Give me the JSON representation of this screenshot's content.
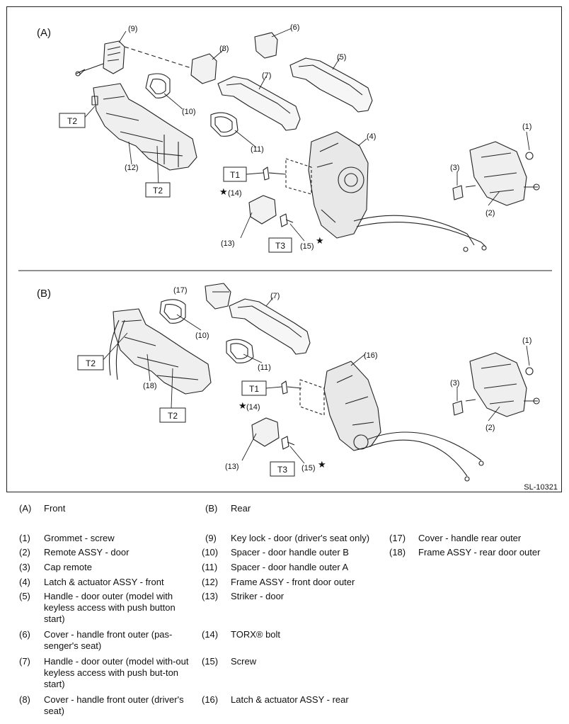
{
  "section_a_label": "(A)",
  "section_b_label": "(B)",
  "figure_code": "SL-10321",
  "torque_labels": {
    "t1": "T1",
    "t2": "T2",
    "t3": "T3"
  },
  "callouts": {
    "c1": "(1)",
    "c2": "(2)",
    "c3": "(3)",
    "c4": "(4)",
    "c5": "(5)",
    "c6": "(6)",
    "c7": "(7)",
    "c8": "(8)",
    "c9": "(9)",
    "c10": "(10)",
    "c11": "(11)",
    "c12": "(12)",
    "c13": "(13)",
    "c14": "(14)",
    "c15": "(15)",
    "c16": "(16)",
    "c17": "(17)",
    "c18": "(18)"
  },
  "star_glyph": "★",
  "legend": {
    "a_key": "(A)",
    "a_text": "Front",
    "b_key": "(B)",
    "b_text": "Rear",
    "items": [
      {
        "num": "(1)",
        "text": "Grommet - screw"
      },
      {
        "num": "(2)",
        "text": "Remote ASSY - door"
      },
      {
        "num": "(3)",
        "text": "Cap remote"
      },
      {
        "num": "(4)",
        "text": "Latch & actuator ASSY - front"
      },
      {
        "num": "(5)",
        "text": "Handle - door outer (model with keyless access with push button start)"
      },
      {
        "num": "(6)",
        "text": "Cover - handle front outer (pas-senger's seat)"
      },
      {
        "num": "(7)",
        "text": "Handle - door outer (model with-out keyless access with push but-ton start)"
      },
      {
        "num": "(8)",
        "text": "Cover - handle front outer (driver's seat)"
      },
      {
        "num": "(9)",
        "text": "Key lock - door (driver's seat only)"
      },
      {
        "num": "(10)",
        "text": "Spacer - door handle outer B"
      },
      {
        "num": "(11)",
        "text": "Spacer - door handle outer A"
      },
      {
        "num": "(12)",
        "text": "Frame ASSY - front door outer"
      },
      {
        "num": "(13)",
        "text": "Striker - door"
      },
      {
        "num": "(14)",
        "text": "TORX® bolt"
      },
      {
        "num": "(15)",
        "text": "Screw"
      },
      {
        "num": "(16)",
        "text": "Latch & actuator ASSY - rear"
      },
      {
        "num": "(17)",
        "text": "Cover - handle rear outer"
      },
      {
        "num": "(18)",
        "text": "Frame ASSY - rear door outer"
      }
    ]
  }
}
